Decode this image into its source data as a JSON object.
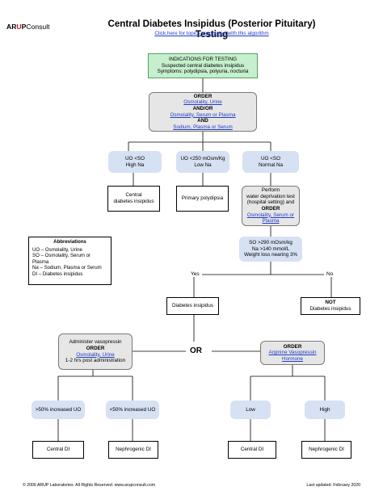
{
  "header": {
    "logo_prefix": "AR",
    "logo_mark": "U",
    "logo_p": "P",
    "logo_suffix": "Consult",
    "title": "Central Diabetes Insipidus (Posterior Pituitary) Testing",
    "subtitle_link": "Click here for topics associated with this algorithm"
  },
  "nodes": {
    "indications": {
      "heading": "INDICATIONS FOR TESTING",
      "line1": "Suspected central diabetes insipidus",
      "line2": "Symptoms: polydipsia, polyuria, nocturia"
    },
    "order1": {
      "order": "ORDER",
      "test1": "Osmolality, Urine",
      "andor": "AND/OR",
      "test2": "Osmolality, Serum or Plasma",
      "and": "AND",
      "test3": "Sodium, Plasma or Serum"
    },
    "uo_high": {
      "line1": "UO <SO",
      "line2": "High Na"
    },
    "uo_low": {
      "line1": "UO <250 mOsm/Kg",
      "line2": "Low Na"
    },
    "uo_normal": {
      "line1": "UO <SO",
      "line2": "Normal Na"
    },
    "central_di_1": {
      "line1": "Central",
      "line2": "diabetes insipidus"
    },
    "primary_polydipsia": {
      "line1": "Primary polydipsia"
    },
    "water_dep": {
      "line1": "Perform",
      "line2": "water deprivation test",
      "line3": "(hospital setting) and",
      "order": "ORDER",
      "test1": "Osmolality, Serum or",
      "test2": "Plasma"
    },
    "so_box": {
      "line1": "SO >290 mOsm/kg",
      "line2": "Na >140 mmol/L",
      "line3": "Weight loss nearing 3%"
    },
    "di": {
      "line1": "Diabetes insipidus"
    },
    "not_di": {
      "line1": "NOT",
      "line2": "Diabetes insipidus"
    },
    "vasopressin": {
      "line1": "Administer vasopressin",
      "order": "ORDER",
      "test1": "Osmolality, Urine",
      "line2": "1-2 hrs post administration"
    },
    "avp_order": {
      "order": "ORDER",
      "test1": "Arginine Vasopressin",
      "test2": "Hormone"
    },
    "gt50": {
      "line1": ">50% increased UO"
    },
    "lt50": {
      "line1": "<50% increased UO"
    },
    "low": {
      "line1": "Low"
    },
    "high": {
      "line1": "High"
    },
    "central_di_2": {
      "line1": "Central DI"
    },
    "nephro_di_1": {
      "line1": "Nephrogenic DI"
    },
    "central_di_3": {
      "line1": "Central DI"
    },
    "nephro_di_2": {
      "line1": "Nephrogenic DI"
    }
  },
  "labels": {
    "yes": "Yes",
    "no": "No",
    "or": "OR"
  },
  "abbreviations": {
    "heading": "Abbreviations",
    "items": [
      "UO – Osmolality, Urine",
      "SO – Osmolality, Serum or Plasma",
      "Na – Sodium, Plasma or Serum",
      "DI – Diabetes insipidus"
    ]
  },
  "footer": {
    "left": "© 2006 ARUP Laboratories. All Rights Reserved.   www.arupconsult.com",
    "right": "Last updated: February 2020"
  }
}
